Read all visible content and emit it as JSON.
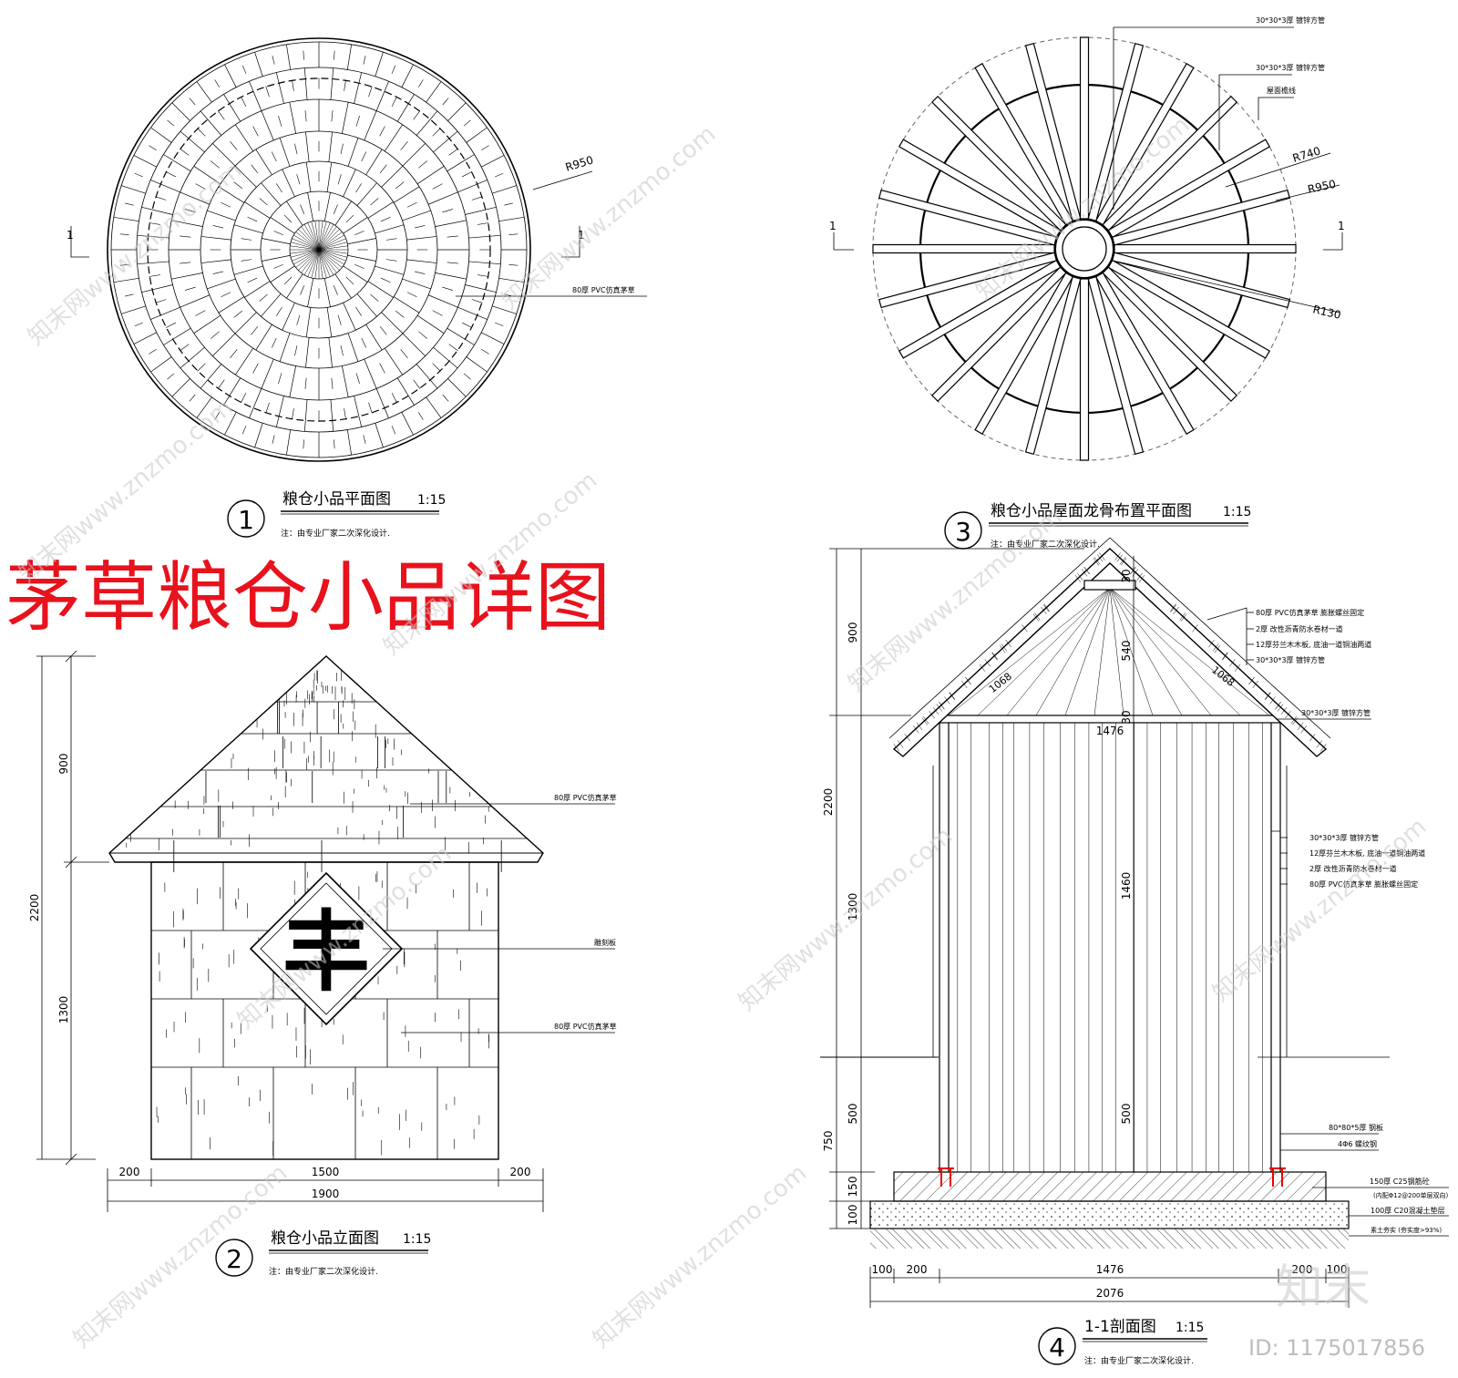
{
  "main_title": "茅草粮仓小品详图",
  "note_text": "注：由专业厂家二次深化设计.",
  "watermark": {
    "site": "知末网www.znzmo.com",
    "logo": "知末",
    "id_label": "ID: 1175017856"
  },
  "view1": {
    "number": "1",
    "title": "粮仓小品平面图",
    "scale": "1:15",
    "radius_label": "R950",
    "section_mark": "1",
    "material_label": "80厚 PVC仿真茅草"
  },
  "view2": {
    "number": "2",
    "title": "粮仓小品立面图",
    "scale": "1:15",
    "symbol": "丰",
    "dims_vertical": [
      "900",
      "2200",
      "1300"
    ],
    "dims_horizontal": [
      "200",
      "1500",
      "200",
      "1900"
    ],
    "labels": [
      "80厚 PVC仿真茅草",
      "雕刻板",
      "80厚 PVC仿真茅草"
    ]
  },
  "view3": {
    "number": "3",
    "title": "粮仓小品屋面龙骨布置平面图",
    "scale": "1:15",
    "section_mark": "1",
    "radius_labels": [
      "R740",
      "R950",
      "R130"
    ],
    "labels": [
      "30*30*3厚 镀锌方管",
      "30*30*3厚 镀锌方管",
      "屋面檐线"
    ]
  },
  "view4": {
    "number": "4",
    "title": "1-1剖面图",
    "scale": "1:15",
    "dims_left": [
      "900",
      "2200",
      "1300",
      "500",
      "750",
      "150",
      "100"
    ],
    "dims_inner": [
      "30",
      "540",
      "30",
      "1460",
      "500"
    ],
    "slope_label": "1068",
    "top_width": "1476",
    "dims_bottom": [
      "100",
      "200",
      "1476",
      "200",
      "100",
      "2076"
    ],
    "roof_labels": [
      "80厚 PVC仿真茅草 膨胀螺丝固定",
      "2厚 改性沥青防水卷材一道",
      "12厚芬兰木木板, 底油一道铜油两道",
      "30*30*3厚 镀锌方管"
    ],
    "eave_label": "30*30*3厚 镀锌方管",
    "wall_labels": [
      "30*30*3厚 镀锌方管",
      "12厚芬兰木木板, 底油一道铜油两道",
      "2厚 改性沥青防水卷材一道",
      "80厚 PVC仿真茅草 膨胀螺丝固定"
    ],
    "base_labels": [
      "80*80*5厚 钢板",
      "4Φ6 螺纹钢",
      "150厚 C25钢筋砼",
      "(内配Φ12@200单层双向)",
      "100厚 C20混凝土垫层",
      "素土夯实 (夯实度>93%)"
    ]
  }
}
